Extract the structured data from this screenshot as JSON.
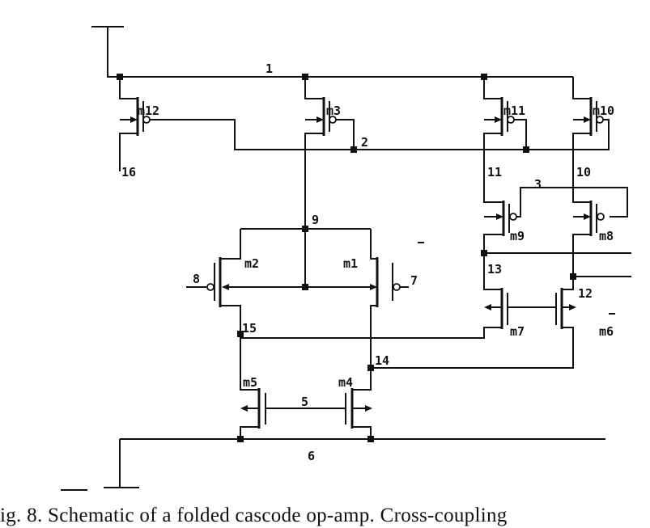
{
  "caption": "ig. 8. Schematic of a folded cascode op-amp. Cross-coupling",
  "nodes": {
    "n1": "1",
    "n2": "2",
    "n3": "3",
    "n5": "5",
    "n6": "6",
    "n7": "7",
    "n8": "8",
    "n9": "9",
    "n10": "10",
    "n11": "11",
    "n12": "12",
    "n13": "13",
    "n14": "14",
    "n15": "15",
    "n16": "16"
  },
  "transistors": {
    "m1": "m1",
    "m2": "m2",
    "m3": "m3",
    "m4": "m4",
    "m5": "m5",
    "m6": "m6",
    "m7": "m7",
    "m8": "m8",
    "m9": "m9",
    "m10": "m10",
    "m11": "m11",
    "m12": "m12"
  }
}
